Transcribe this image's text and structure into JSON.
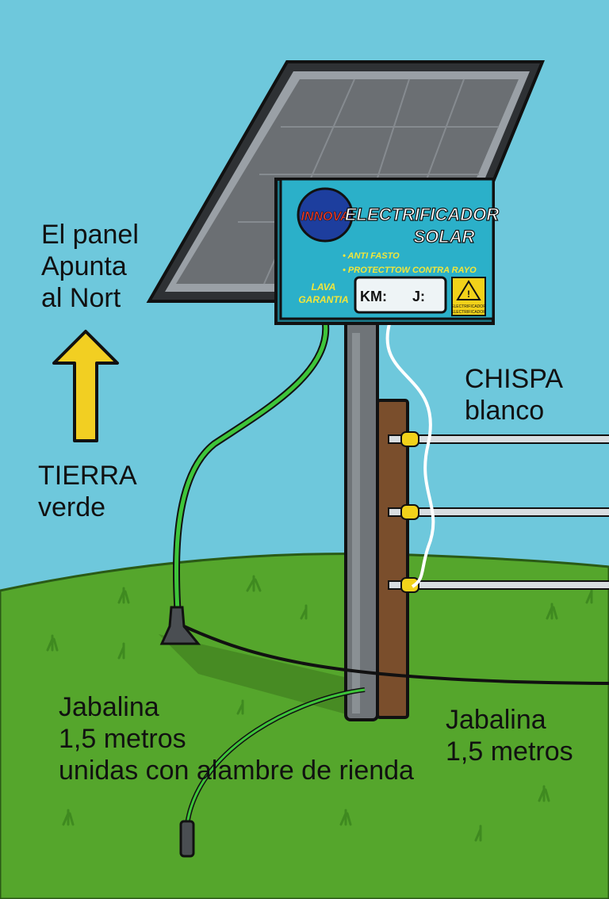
{
  "colors": {
    "sky": "#6ec8dc",
    "grass": "#55a62c",
    "grass_dark": "#4a9626",
    "panel_frame": "#9aa0a6",
    "panel_cells": "#6b6f73",
    "box_blue": "#2bb0c9",
    "post_gray": "#6f7478",
    "wood": "#7a4e2c",
    "ground_wire": "#3ec53a",
    "spark_wire": "#ffffff",
    "arrow": "#f2cf22",
    "insulator": "#f2d21a"
  },
  "device": {
    "brand": "INNOVA",
    "title_line1": "ELECTRIFICADOR",
    "title_line2": "SOLAR",
    "feature1": "• ANTI FASTO",
    "feature2": "• PROTECTTOW CONTRA RAYO",
    "left_line1": "LAVA",
    "left_line2": "GARANTIA",
    "display_km": "KM:",
    "display_j": "J:",
    "warning_line1": "ELECTRIFICADOR",
    "warning_line2": "ELECTRIFICADOR"
  },
  "labels": {
    "panel_line1": "El panel",
    "panel_line2": "Apunta",
    "panel_line3": "al Nort",
    "tierra_line1": "TIERRA",
    "tierra_line2": "verde",
    "chispa_line1": "CHISPA",
    "chispa_line2": "blanco",
    "jab_left_line1": "Jabalina",
    "jab_left_line2": "1,5 metros",
    "jab_left_line3": "unidas con alambre de rienda",
    "jab_right_line1": "Jabalina",
    "jab_right_line2": "1,5 metros"
  },
  "icons": [
    "north-arrow-icon",
    "warning-icon",
    "innova-logo"
  ]
}
